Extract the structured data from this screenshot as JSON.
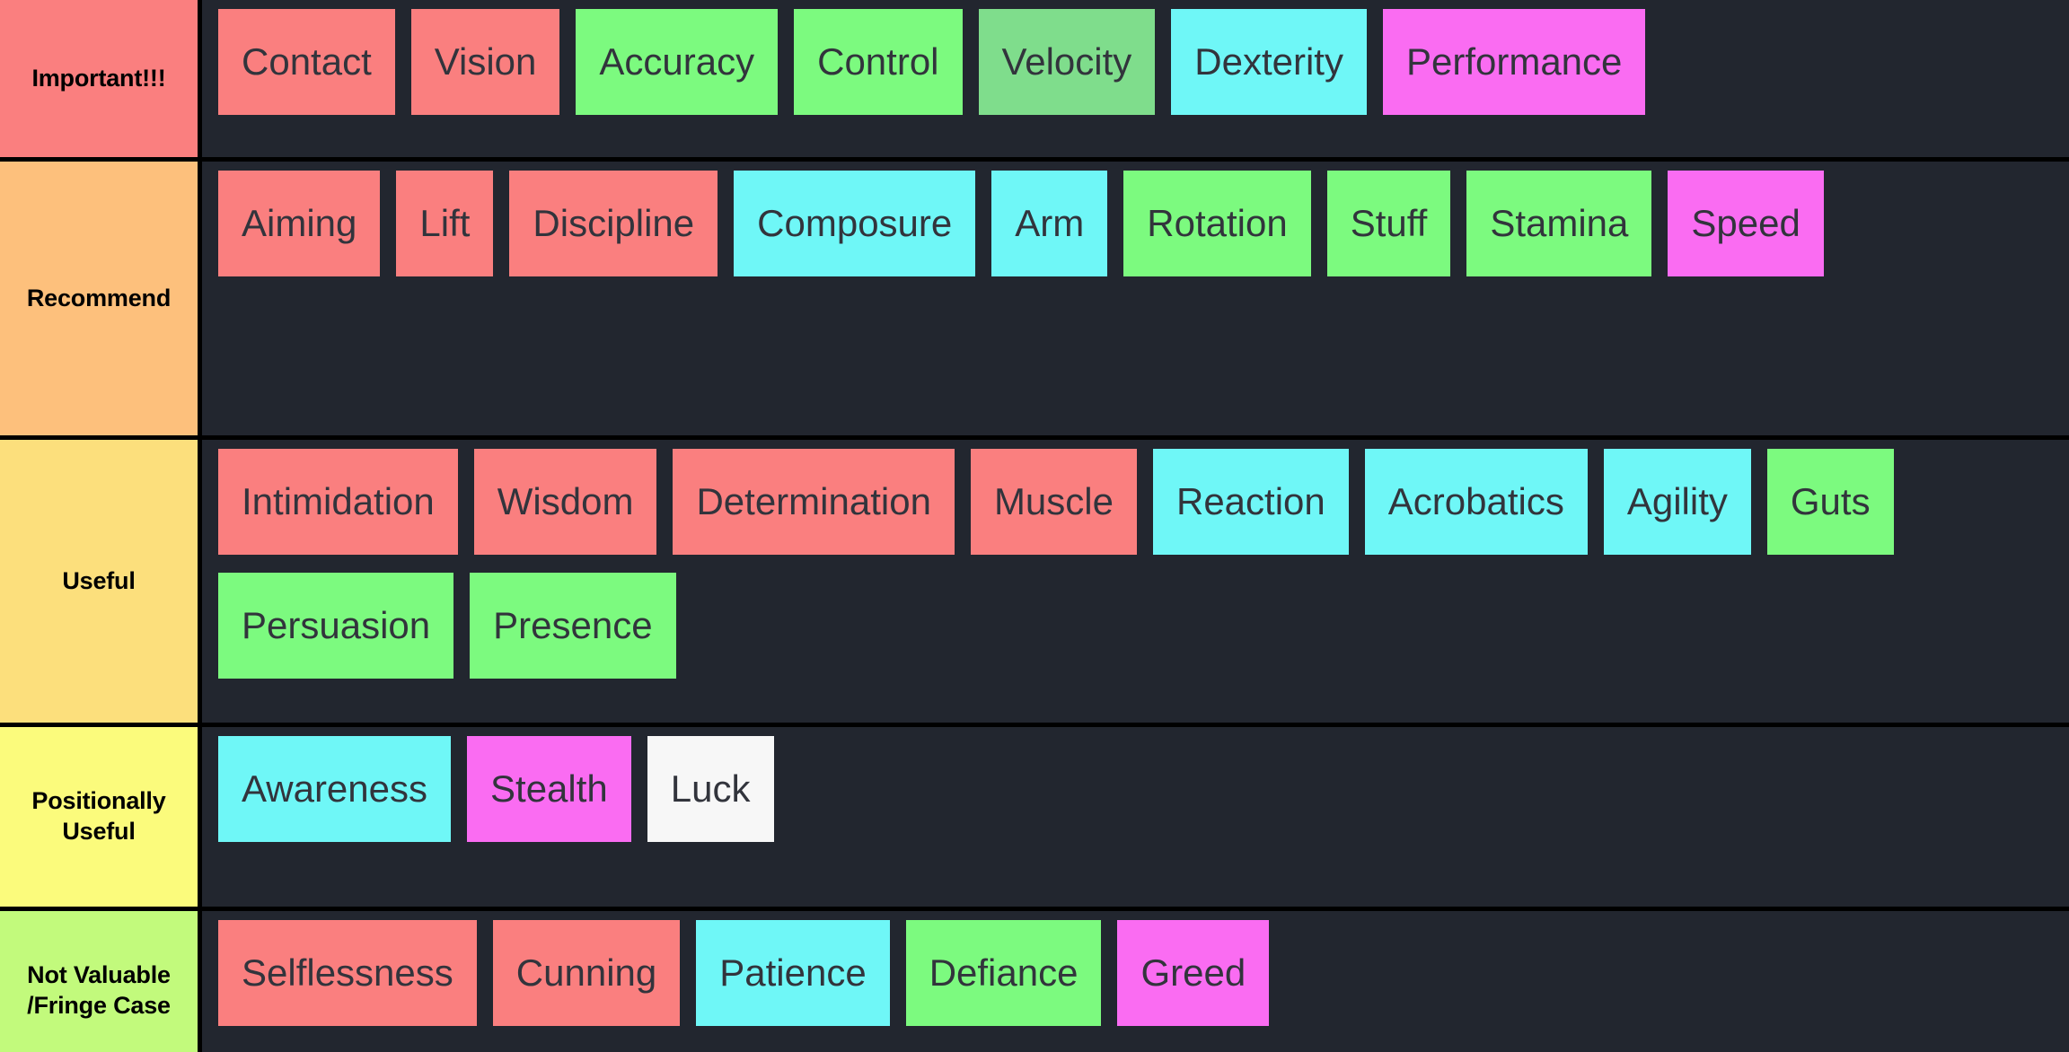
{
  "palette": {
    "background": "#22262f",
    "grid_line": "#000000",
    "item_text": "#32343c",
    "label_text": "#000000",
    "red": "#fa7f7f",
    "green": "#7cfa7f",
    "green_muted": "#7fdd8c",
    "cyan": "#6ff7f7",
    "magenta": "#fa6cf2",
    "white": "#f7f7f7",
    "tier_important": "#fa7f7f",
    "tier_recommend": "#fdc07c",
    "tier_useful": "#fcdf7c",
    "tier_positionally": "#fbfb7c",
    "tier_notvaluable": "#c2fa7c"
  },
  "tiers": [
    {
      "id": "important",
      "label": "Important!!!",
      "label_color": "#fa7f7f",
      "items": [
        {
          "label": "Contact",
          "color": "#fa7f7f"
        },
        {
          "label": "Vision",
          "color": "#fa7f7f"
        },
        {
          "label": "Accuracy",
          "color": "#7cfa7f"
        },
        {
          "label": "Control",
          "color": "#7cfa7f"
        },
        {
          "label": "Velocity",
          "color": "#7fdd8c"
        },
        {
          "label": "Dexterity",
          "color": "#6ff7f7"
        },
        {
          "label": "Performance",
          "color": "#fa6cf2"
        }
      ]
    },
    {
      "id": "recommend",
      "label": "Recommend",
      "label_color": "#fdc07c",
      "items": [
        {
          "label": "Aiming",
          "color": "#fa7f7f"
        },
        {
          "label": "Lift",
          "color": "#fa7f7f"
        },
        {
          "label": "Discipline",
          "color": "#fa7f7f"
        },
        {
          "label": "Composure",
          "color": "#6ff7f7"
        },
        {
          "label": "Arm",
          "color": "#6ff7f7"
        },
        {
          "label": "Rotation",
          "color": "#7cfa7f"
        },
        {
          "label": "Stuff",
          "color": "#7cfa7f"
        },
        {
          "label": "Stamina",
          "color": "#7cfa7f"
        },
        {
          "label": "Speed",
          "color": "#fa6cf2"
        }
      ]
    },
    {
      "id": "useful",
      "label": "Useful",
      "label_color": "#fcdf7c",
      "items": [
        {
          "label": "Intimidation",
          "color": "#fa7f7f"
        },
        {
          "label": "Wisdom",
          "color": "#fa7f7f"
        },
        {
          "label": "Determination",
          "color": "#fa7f7f"
        },
        {
          "label": "Muscle",
          "color": "#fa7f7f"
        },
        {
          "label": "Reaction",
          "color": "#6ff7f7"
        },
        {
          "label": "Acrobatics",
          "color": "#6ff7f7"
        },
        {
          "label": "Agility",
          "color": "#6ff7f7"
        },
        {
          "label": "Guts",
          "color": "#7cfa7f"
        },
        {
          "label": "Persuasion",
          "color": "#7cfa7f"
        },
        {
          "label": "Presence",
          "color": "#7cfa7f"
        }
      ]
    },
    {
      "id": "positionally",
      "label": "Positionally\nUseful",
      "label_color": "#fbfb7c",
      "items": [
        {
          "label": "Awareness",
          "color": "#6ff7f7"
        },
        {
          "label": "Stealth",
          "color": "#fa6cf2"
        },
        {
          "label": "Luck",
          "color": "#f7f7f7"
        }
      ]
    },
    {
      "id": "notvaluable",
      "label": "Not Valuable\n/Fringe Case",
      "label_color": "#c2fa7c",
      "items": [
        {
          "label": "Selflessness",
          "color": "#fa7f7f"
        },
        {
          "label": "Cunning",
          "color": "#fa7f7f"
        },
        {
          "label": "Patience",
          "color": "#6ff7f7"
        },
        {
          "label": "Defiance",
          "color": "#7cfa7f"
        },
        {
          "label": "Greed",
          "color": "#fa6cf2"
        }
      ]
    }
  ]
}
